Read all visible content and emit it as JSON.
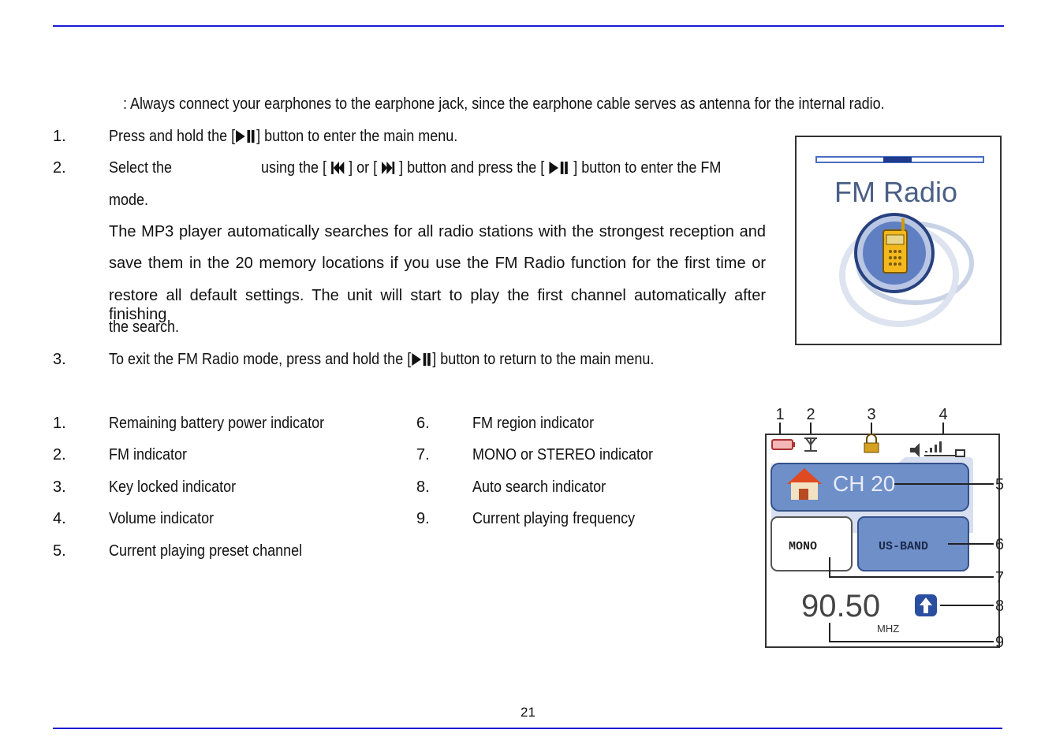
{
  "note": ": Always connect your earphones to the earphone jack, since the earphone cable serves as antenna for the internal radio.",
  "steps": [
    {
      "num": "1.",
      "before": "Press and hold the [",
      "after": "] button to enter the main menu."
    },
    {
      "num": "2.",
      "a": "Select the",
      "b": "using the [",
      "c": "] or [",
      "d": "] button and press the [",
      "e": "] button to enter the FM",
      "line2": "mode.",
      "para": [
        "The MP3 player automatically searches for all radio stations with the strongest reception and",
        "save them in the 20 memory locations if you use the FM Radio function for the first time or",
        "restore all default settings. The unit will start to play the first channel automatically after finishing",
        "the search."
      ]
    },
    {
      "num": "3.",
      "before": "To exit the FM Radio mode, press and hold the [",
      "after": "] button to return to the main menu."
    }
  ],
  "indicators_left": [
    {
      "num": "1.",
      "label": "Remaining battery power indicator"
    },
    {
      "num": "2.",
      "label": "FM indicator"
    },
    {
      "num": "3.",
      "label": "Key locked indicator"
    },
    {
      "num": "4.",
      "label": "Volume indicator"
    },
    {
      "num": "5.",
      "label": "Current playing preset channel"
    }
  ],
  "indicators_right": [
    {
      "num": "6.",
      "label": "FM region indicator"
    },
    {
      "num": "7.",
      "label": "MONO or STEREO indicator"
    },
    {
      "num": "8.",
      "label": "Auto search indicator"
    },
    {
      "num": "9.",
      "label": "Current playing frequency"
    }
  ],
  "fm_menu": {
    "title": "FM Radio"
  },
  "display": {
    "callouts_top": [
      "1",
      "2",
      "3",
      "4"
    ],
    "callouts_right": [
      "5",
      "6",
      "7",
      "8",
      "9"
    ],
    "channel": "CH 20",
    "mode": "MONO",
    "region": "US-BAND",
    "frequency": "90.50",
    "unit": "MHZ"
  },
  "page_number": "21",
  "colors": {
    "rule": "#1a1ad6",
    "panel_blue": "#6f8fc9"
  }
}
